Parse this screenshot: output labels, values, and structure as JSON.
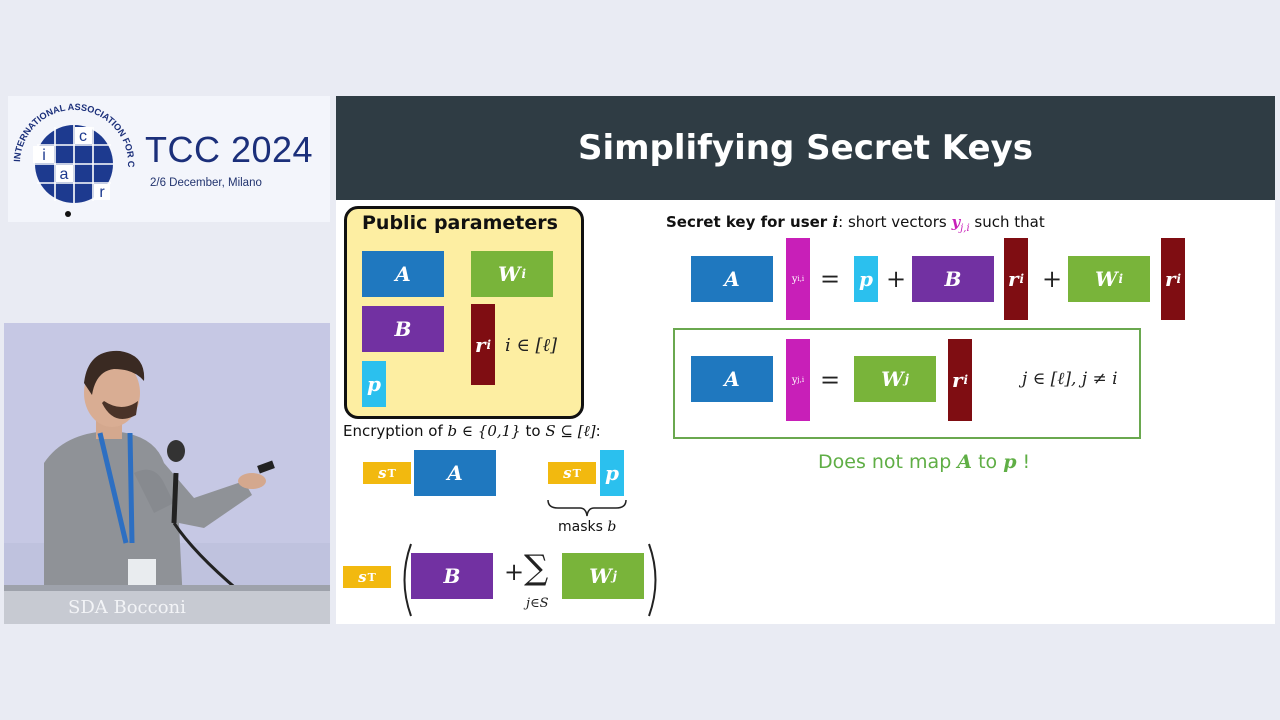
{
  "logo": {
    "letters": [
      "i",
      "c",
      "a",
      "r"
    ],
    "ring_text": "INTERNATIONAL ASSOCIATION FOR CRYPTOLOGIC RESEARCH",
    "conference": "TCC 2024",
    "dates": "2/6 December, Milano"
  },
  "video": {
    "podium_text": "SDA Bocconi"
  },
  "slide": {
    "title": "Simplifying Secret Keys",
    "public_params": {
      "title": "Public parameters",
      "A": "A",
      "B": "B",
      "p": "p",
      "W": "W",
      "W_sub": "i",
      "r": "r",
      "r_sub": "i",
      "index_text": "i ∈ [ℓ]"
    },
    "encryption": {
      "text_pre": "Encryption of ",
      "b_expr": "b ∈ {0,1}",
      "text_mid": " to ",
      "S_expr": "S ⊆ [ℓ]",
      "text_post": ":",
      "s": "s",
      "s_sup": "T",
      "A": "A",
      "p": "p",
      "masks_label": "masks ",
      "masks_var": "b",
      "B": "B",
      "plus": "+",
      "sum": "∑",
      "sum_index": "j∈S",
      "W": "W",
      "W_sub": "j"
    },
    "secret_key": {
      "heading_pre": "Secret key for user ",
      "heading_var": "i",
      "heading_mid": ": short vectors ",
      "y_var": "y",
      "y_sub": "j,i",
      "heading_post": " such that",
      "row1": {
        "A": "A",
        "y": "y",
        "y_sub": "i,i",
        "eq": "=",
        "p": "p",
        "plus1": "+",
        "B": "B",
        "r": "r",
        "r_sub": "i",
        "plus2": "+",
        "W": "W",
        "W_sub": "i",
        "r2": "r",
        "r2_sub": "i"
      },
      "row2": {
        "A": "A",
        "y": "y",
        "y_sub": "j,i",
        "eq": "=",
        "W": "W",
        "W_sub": "j",
        "r": "r",
        "r_sub": "i",
        "condition": "j ∈ [ℓ], j ≠ i"
      },
      "note_pre": "Does not map ",
      "note_A": "A",
      "note_mid": " to ",
      "note_p": "p",
      "note_post": " !"
    }
  }
}
